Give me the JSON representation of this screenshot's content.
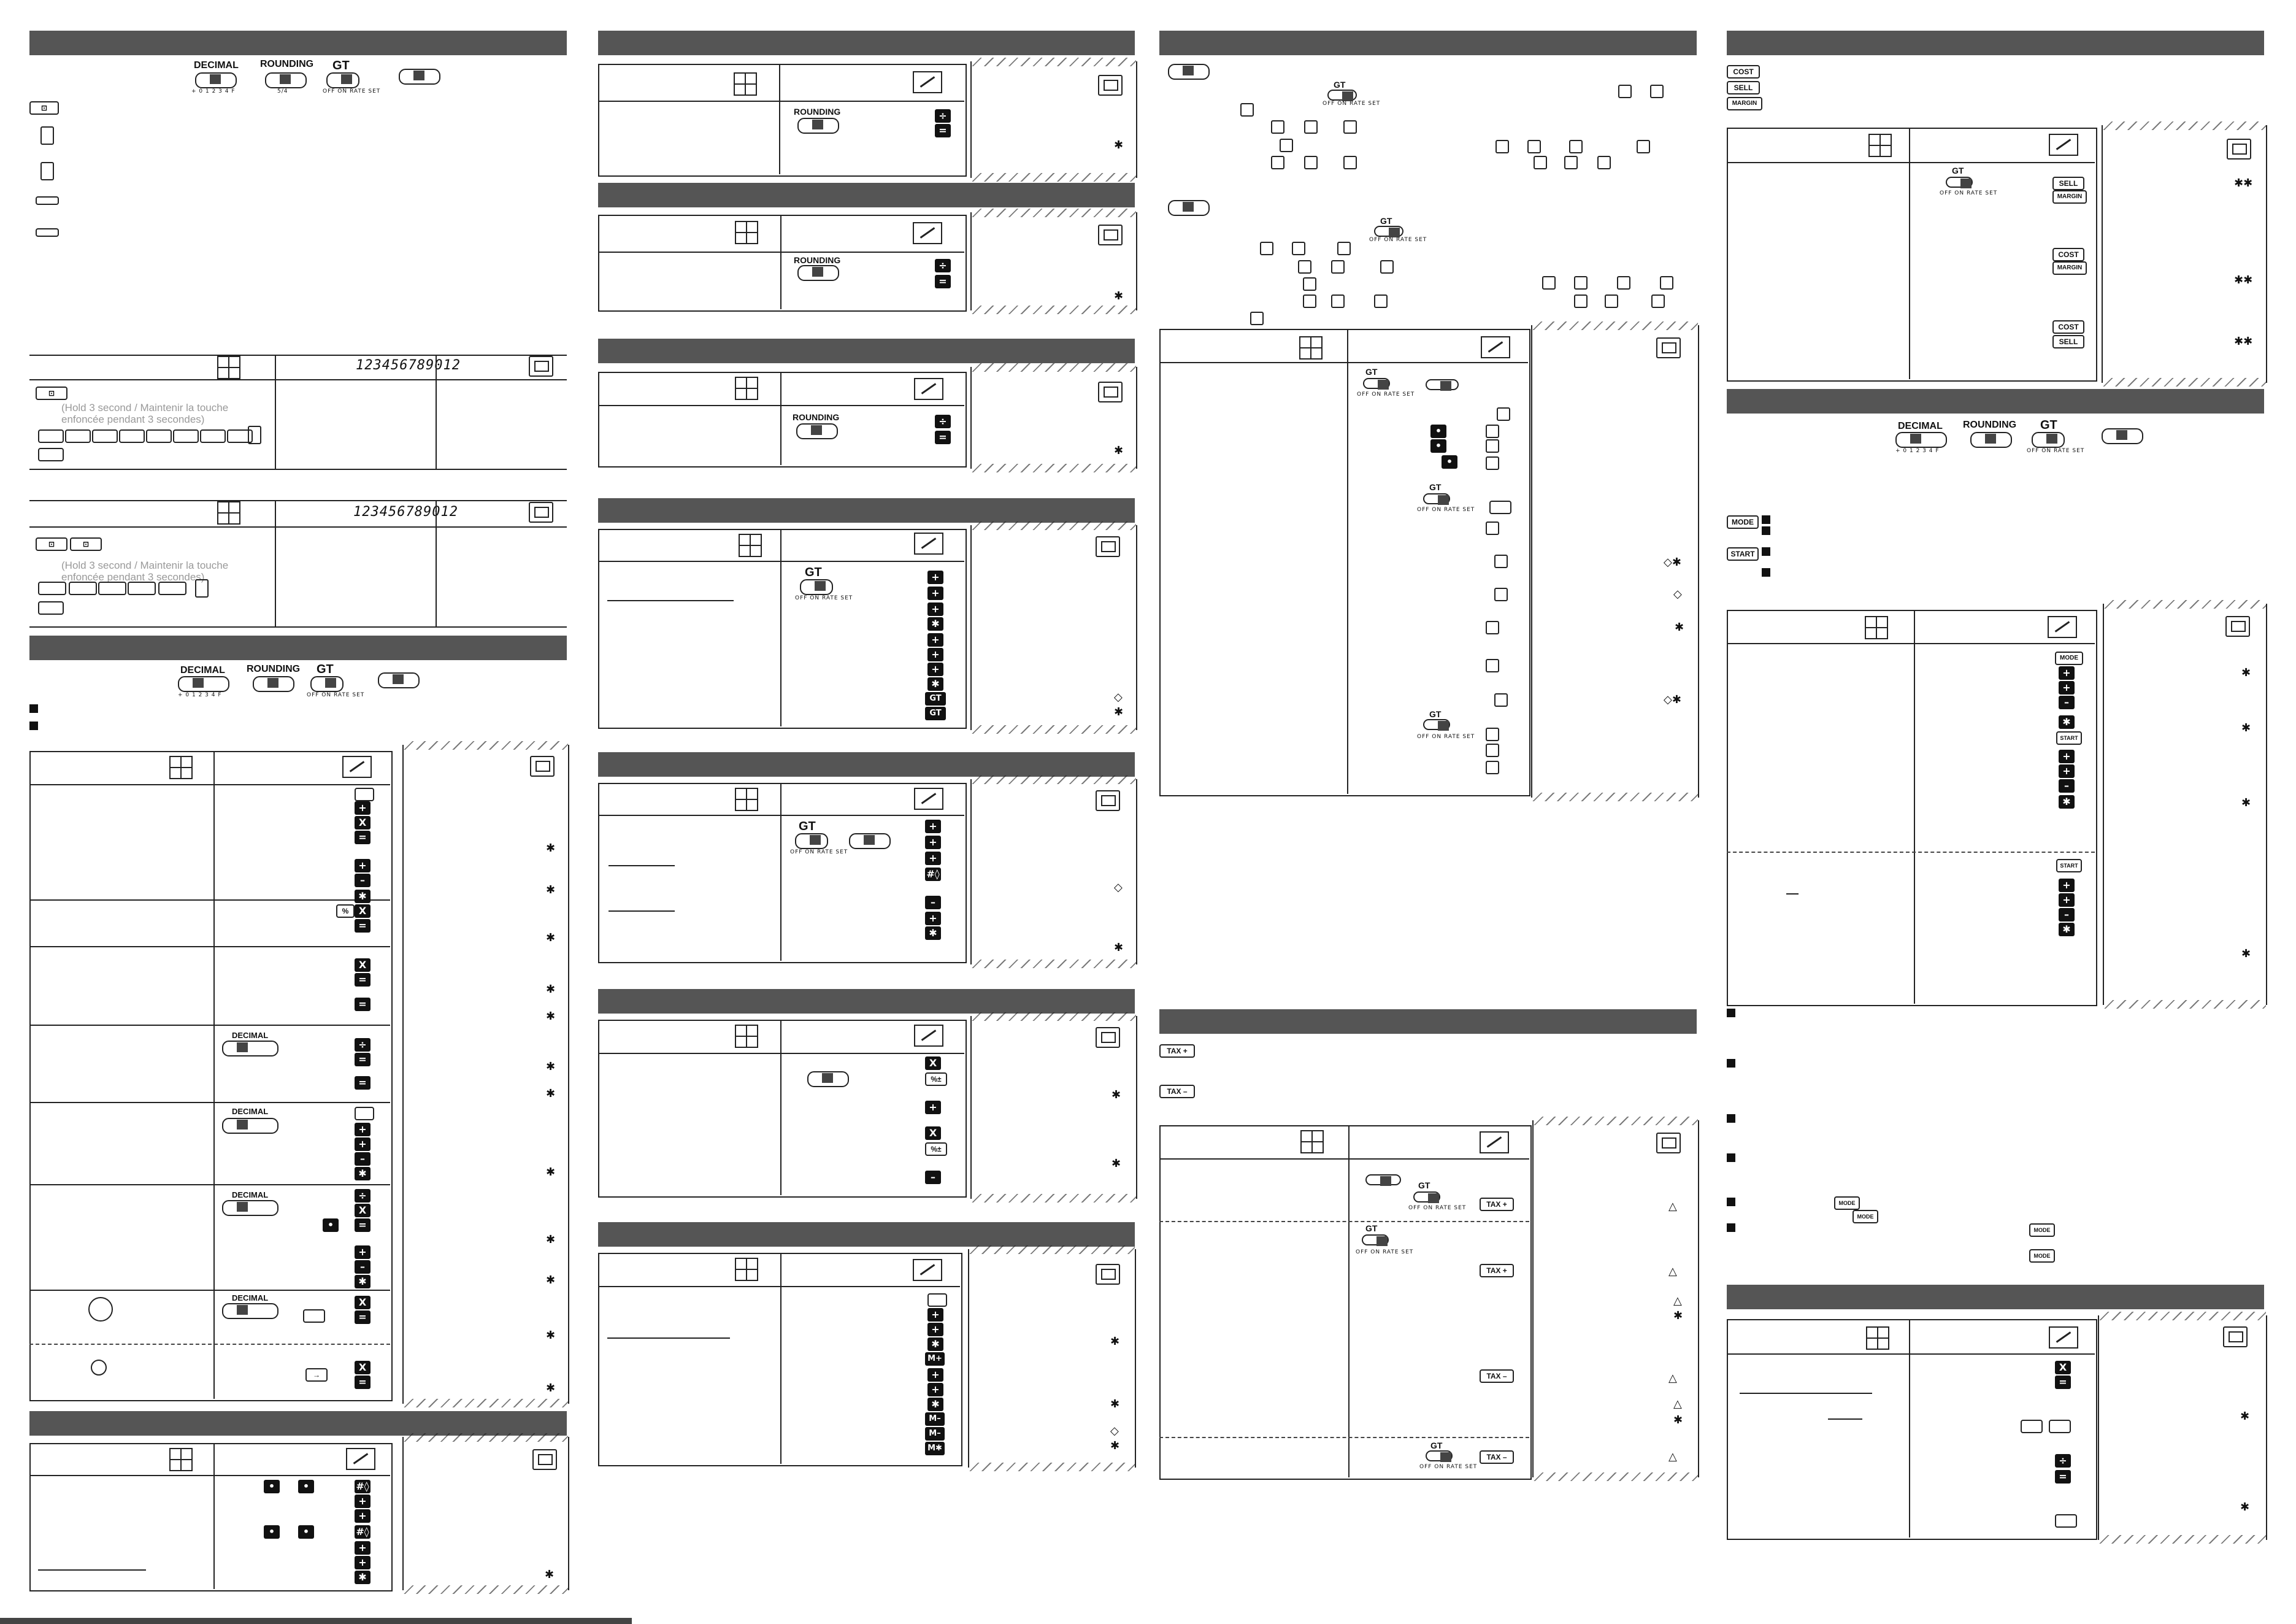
{
  "switch_labels": {
    "decimal": "DECIMAL",
    "decimal_scale": "+ 0 1 2 3 4 F",
    "rounding": "ROUNDING",
    "rounding_scale": "5/4",
    "gt": "GT",
    "gt_scale": "OFF ON RATE SET"
  },
  "display_digits": "123456789012",
  "instructions": {
    "hold_1": "(Hold 3 second / Maintenir la touche",
    "hold_2": "enfoncée pendant 3 secondes)"
  },
  "keys": {
    "tax_plus": "TAX +",
    "tax_minus": "TAX –",
    "cost": "COST",
    "sell": "SELL",
    "margin": "MARGIN",
    "mode": "MODE",
    "start": "START",
    "gt": "GT",
    "plus": "+",
    "minus": "–",
    "times": "X",
    "divide": "÷",
    "equals": "=",
    "total": "✱",
    "non_add": "#◊",
    "mem_plus": "M+",
    "mem_minus": "M–",
    "mem_total": "M✱",
    "percent": "%±",
    "arrow": "→"
  },
  "marks": {
    "star": "✱",
    "diamond": "◇",
    "triangle": "△",
    "double_star": "✱✱",
    "diamond_star": "◇✱"
  },
  "colors": {
    "section_bar": "#555555",
    "ink": "#111111",
    "hint_text": "#999999"
  }
}
